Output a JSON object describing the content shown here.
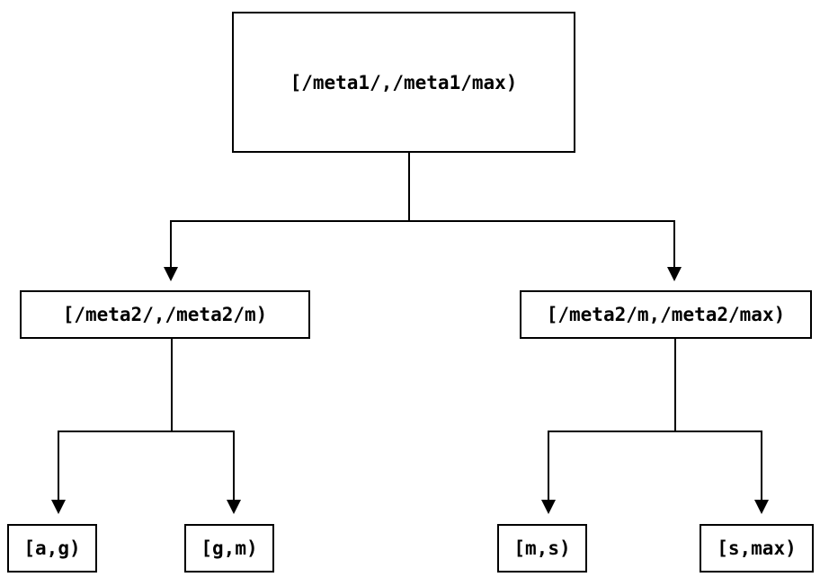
{
  "diagram": {
    "type": "binary-range-partition-tree",
    "colors": {
      "background": "#ffffff",
      "line": "#000000",
      "box_border": "#000000",
      "text": "#000000"
    },
    "nodes": {
      "root": "[/meta1/,/meta1/max)",
      "level2_left": "[/meta2/,/meta2/m)",
      "level2_right": "[/meta2/m,/meta2/max)",
      "leaf_a_g": "[a,g)",
      "leaf_g_m": "[g,m)",
      "leaf_m_s": "[m,s)",
      "leaf_s_max": "[s,max)"
    },
    "edges": [
      {
        "from": "root",
        "to": "level2_left"
      },
      {
        "from": "root",
        "to": "level2_right"
      },
      {
        "from": "level2_left",
        "to": "leaf_a_g"
      },
      {
        "from": "level2_left",
        "to": "leaf_g_m"
      },
      {
        "from": "level2_right",
        "to": "leaf_m_s"
      },
      {
        "from": "level2_right",
        "to": "leaf_s_max"
      }
    ]
  }
}
